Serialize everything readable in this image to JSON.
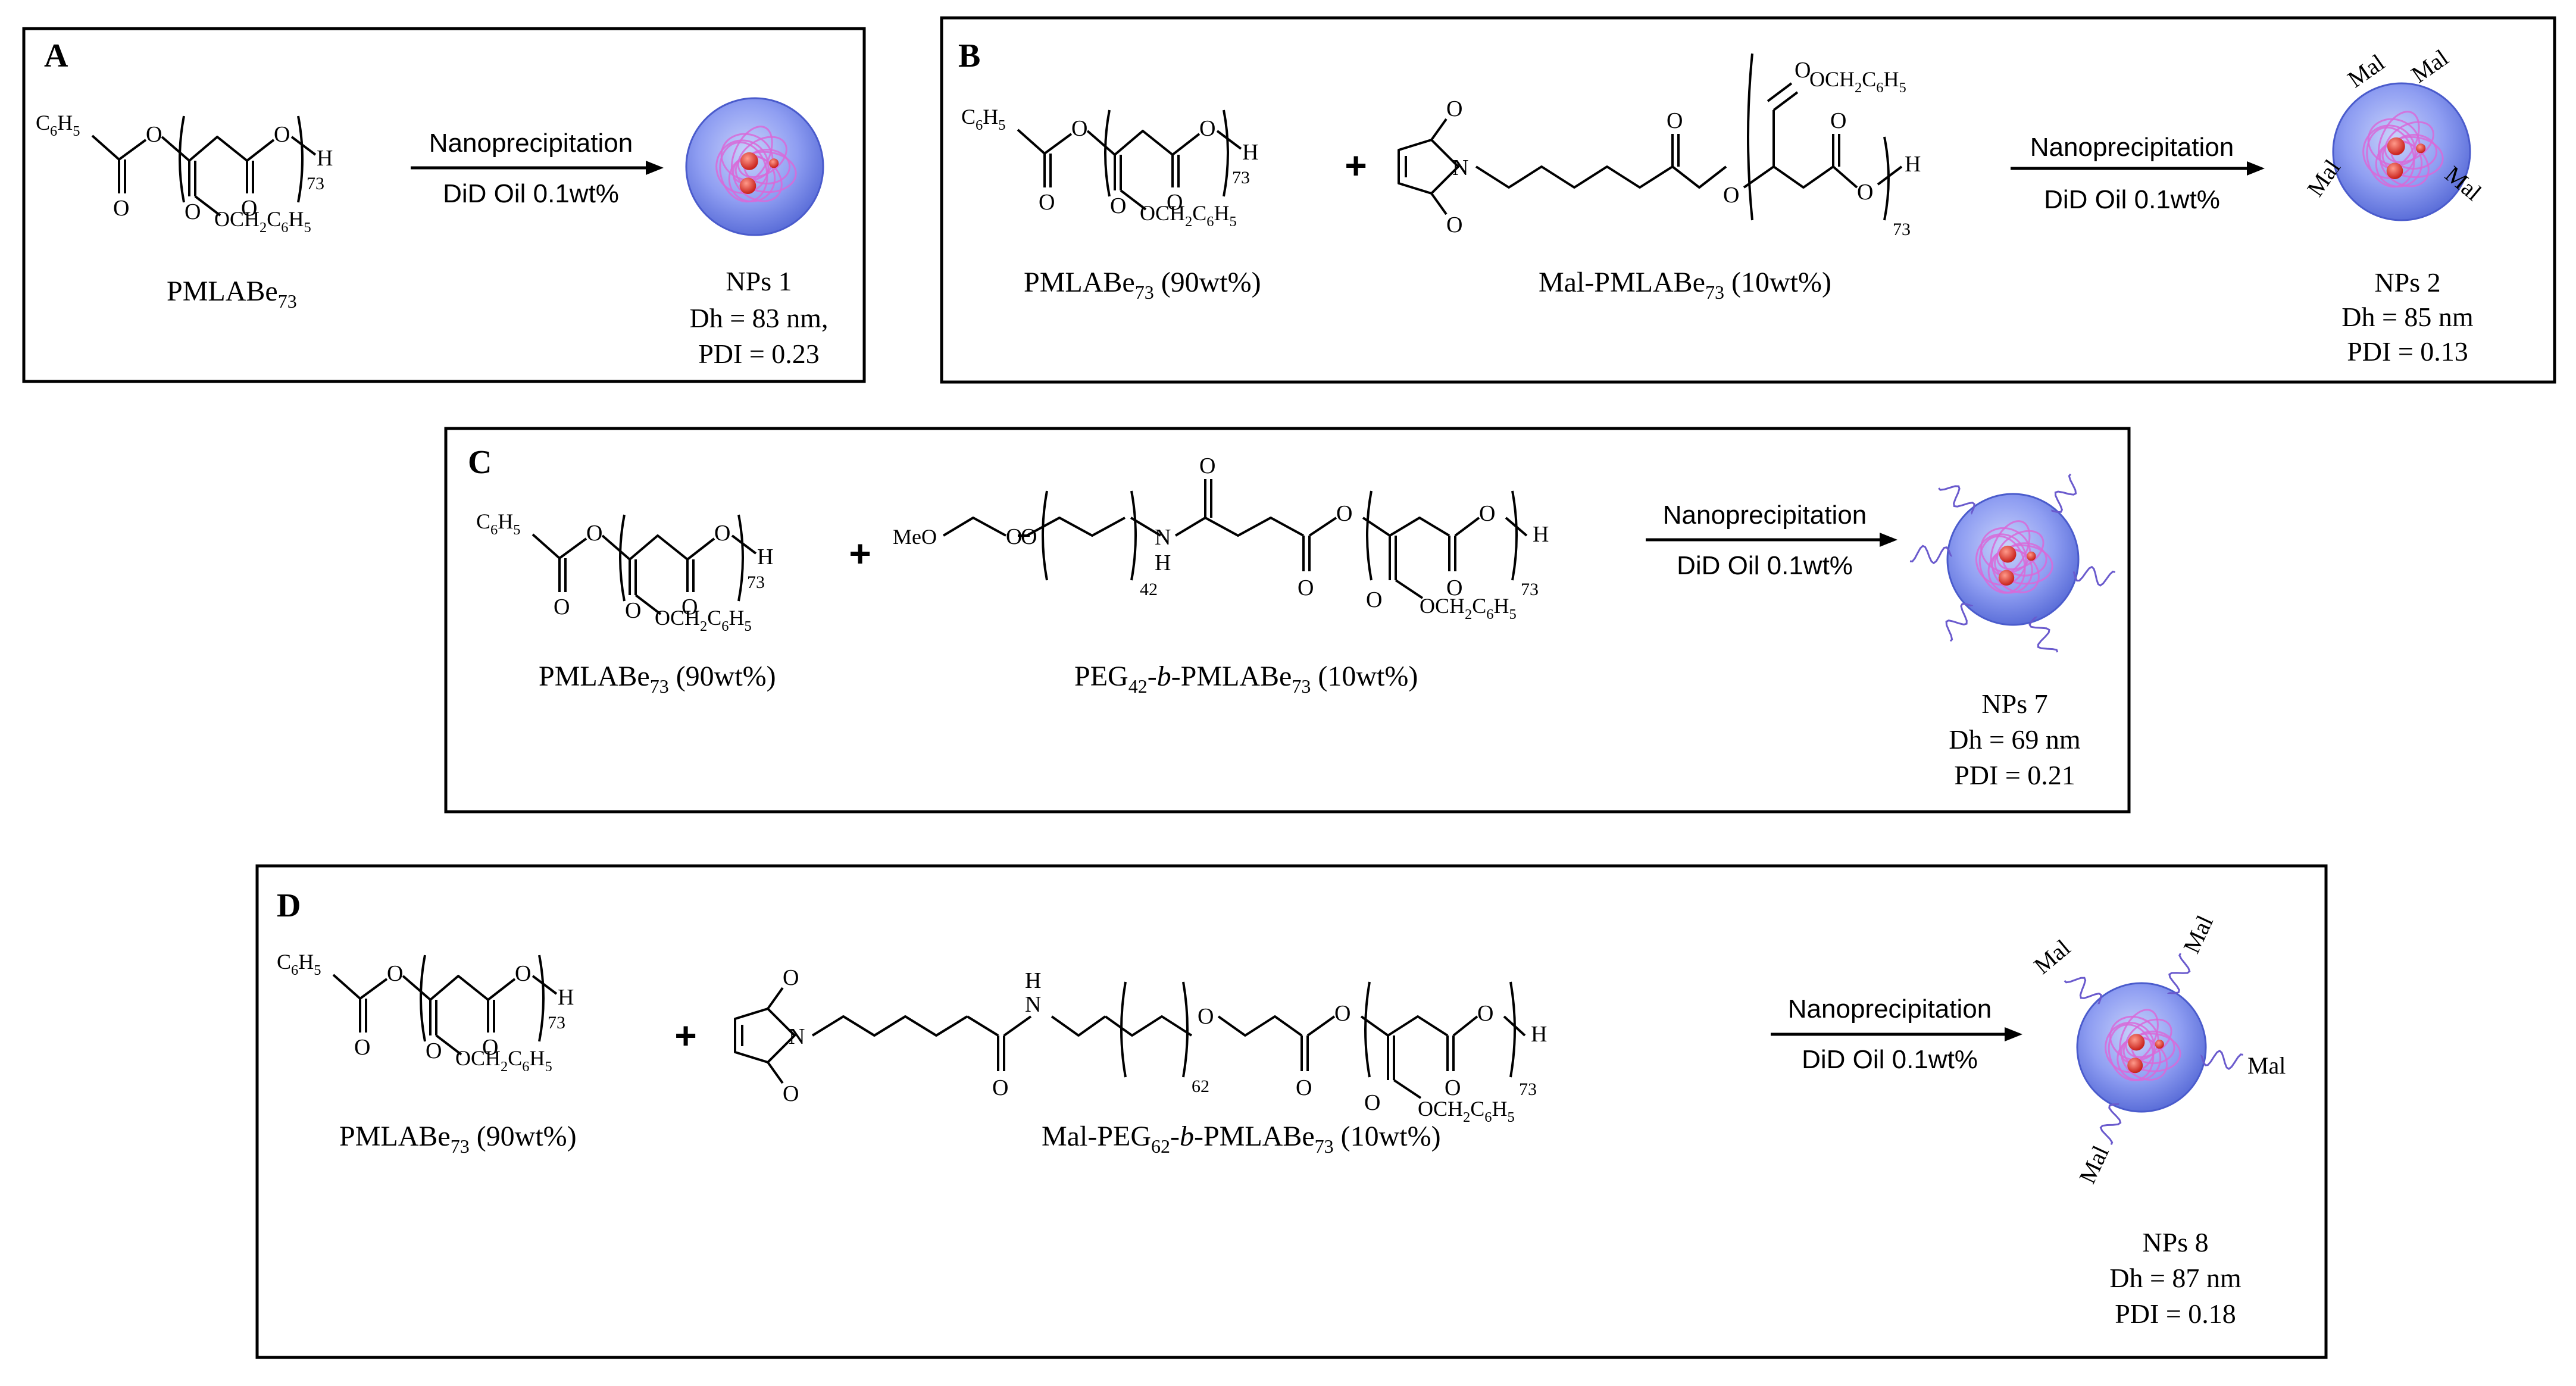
{
  "panels": {
    "A": {
      "letter": "A",
      "polymer_label": "PMLABe",
      "polymer_sub": "73",
      "arrow_top": "Nanoprecipitation",
      "arrow_bottom": "DiD Oil 0.1wt%",
      "np_name": "NPs 1",
      "dh": "Dh = 83 nm,",
      "pdi": "PDI = 0.23"
    },
    "B": {
      "letter": "B",
      "polymer1_label": "PMLABe",
      "polymer1_sub": "73",
      "polymer1_suffix": " (90wt%)",
      "polymer2_label": "Mal-PMLABe",
      "polymer2_sub": "73",
      "polymer2_suffix": " (10wt%)",
      "arrow_top": "Nanoprecipitation",
      "arrow_bottom": "DiD Oil 0.1wt%",
      "np_name": "NPs 2",
      "dh": "Dh = 85 nm",
      "pdi": "PDI = 0.13",
      "mal": "Mal"
    },
    "C": {
      "letter": "C",
      "polymer1_label": "PMLABe",
      "polymer1_sub": "73",
      "polymer1_suffix": " (90wt%)",
      "polymer2_a": "PEG",
      "polymer2_sub_a": "42",
      "polymer2_b": "-b-",
      "polymer2_c": "PMLABe",
      "polymer2_sub_c": "73",
      "polymer2_suffix": " (10wt%)",
      "arrow_top": "Nanoprecipitation",
      "arrow_bottom": "DiD Oil 0.1wt%",
      "np_name": "NPs 7",
      "dh": "Dh = 69 nm",
      "pdi": "PDI = 0.21"
    },
    "D": {
      "letter": "D",
      "polymer1_label": "PMLABe",
      "polymer1_sub": "73",
      "polymer1_suffix": " (90wt%)",
      "polymer2_a": "Mal-PEG",
      "polymer2_sub_a": "62",
      "polymer2_b": "-b-",
      "polymer2_c": "PMLABe",
      "polymer2_sub_c": "73",
      "polymer2_suffix": " (10wt%)",
      "arrow_top": "Nanoprecipitation",
      "arrow_bottom": "DiD Oil 0.1wt%",
      "np_name": "NPs 8",
      "dh": "Dh = 87 nm",
      "pdi": "PDI = 0.18",
      "mal": "Mal"
    }
  },
  "chem": {
    "c6h5_main": "C",
    "c6h5_6": "6",
    "c6h5_h": "H",
    "c6h5_5": "5",
    "och2": "OCH",
    "sub2": "2",
    "c6": "C",
    "sub6": "6",
    "h": "H",
    "sub5": "5",
    "o": "O",
    "h_end": "H",
    "n": "N",
    "meo": "MeO",
    "plus": "+",
    "repeat_73": "73",
    "repeat_42": "42",
    "repeat_62": "62"
  }
}
